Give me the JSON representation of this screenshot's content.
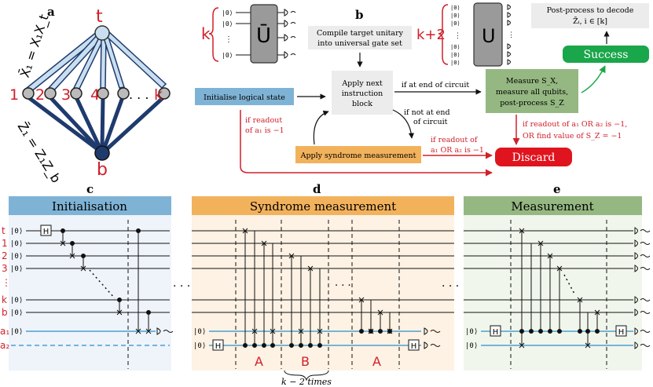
{
  "panel_labels": {
    "a": "a",
    "b": "b",
    "c": "c",
    "d": "d",
    "e": "e"
  },
  "graph": {
    "top_node": "t",
    "bottom_node": "b",
    "data_nodes": [
      "1",
      "2",
      "3",
      "4",
      "k"
    ],
    "dots": ". . .",
    "x_label": "X̄₁ = X₁X_t",
    "z_label": "Z̄₁ = Z₁Z_b"
  },
  "flow": {
    "k_left": "k",
    "k_right": "k+2",
    "u_bar": "Ū",
    "u": "U",
    "ket": "|0⟩",
    "compile": [
      "Compile target unitary",
      "into universal gate set"
    ],
    "initialise": "Initialise logical state",
    "apply_next": [
      "Apply next",
      "instruction",
      "block"
    ],
    "end_circuit": "if at end of circuit",
    "not_end": [
      "if not at end",
      "of circuit"
    ],
    "measure": [
      "Measure S_X,",
      "measure all qubits,",
      "post-process S_Z"
    ],
    "success": "Success",
    "postprocess": [
      "Post-process to decode",
      "Z̄ᵢ, i ∈ [k]"
    ],
    "syndrome": "Apply syndrome measurement",
    "discard": "Discard",
    "readout_a1": [
      "if readout",
      "of a₁ is −1"
    ],
    "readout_a1a2": [
      "if readout of",
      "a₁ OR a₂ is −1"
    ],
    "readout_final": [
      "if readout of a₁ OR a₂ is −1,",
      "OR find value of S_Z = −1"
    ]
  },
  "circuits": {
    "init_title": "Initialisation",
    "syn_title": "Syndrome measurement",
    "meas_title": "Measurement",
    "row_labels": [
      "t",
      "1",
      "2",
      "3",
      "⋮",
      "k",
      "b",
      "a₁",
      "a₂"
    ],
    "ket": "|0⟩",
    "h": "H",
    "dots": ". . .",
    "syn_blocks": [
      "A",
      "B",
      "A"
    ],
    "times": "k − 2 times"
  },
  "colors": {
    "blue_fill": "#7fb3d5",
    "orange_fill": "#f2b25c",
    "green_fill": "#95b882",
    "success": "#1aa64a",
    "discard": "#e0141e",
    "red_text": "#d0202a",
    "node_light": "#c9dff0",
    "node_dark": "#1f3b6e"
  }
}
